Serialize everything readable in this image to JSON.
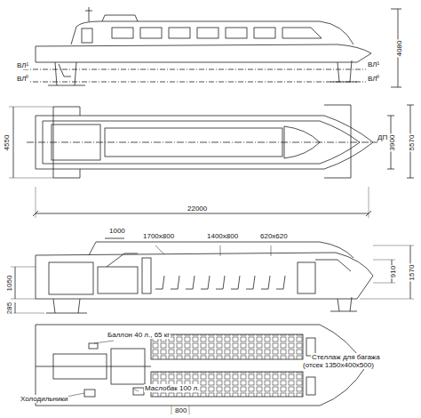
{
  "diagram": {
    "labels": [
      "ВЛ¹",
      "ВЛ⁰",
      "ВЛ¹",
      "ВЛ⁰",
      "4080",
      "4550",
      "3900",
      "5570",
      "ДП",
      "22000",
      "1000",
      "1700x800",
      "1400x800",
      "620x620",
      "1050",
      "285",
      "910",
      "1570",
      "Баллон 40 л., 65 кг",
      "Стеллаж для багажа",
      "(отсек 1350x400x500)",
      "Холодильники",
      "Маслобак 100 л.",
      "800"
    ]
  }
}
